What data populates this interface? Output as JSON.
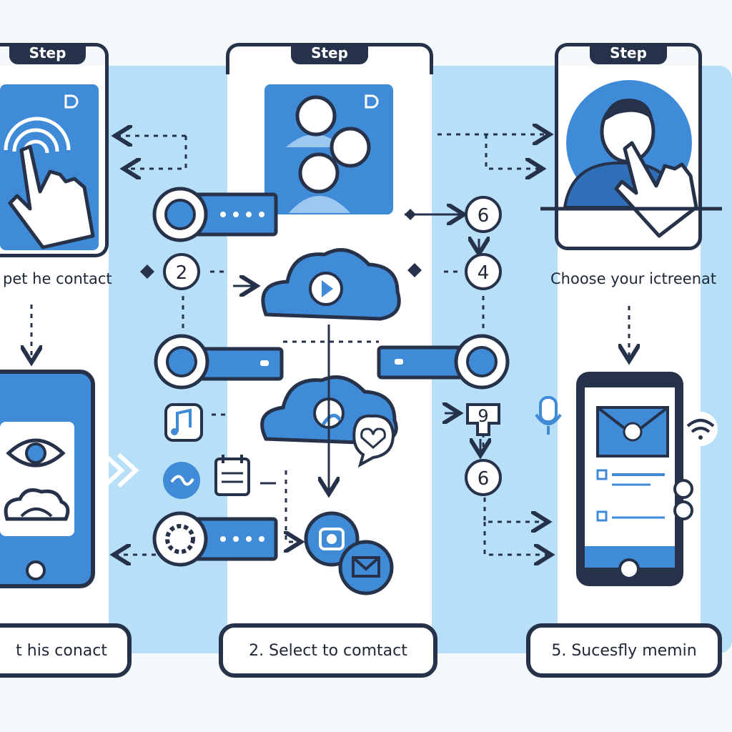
{
  "colors": {
    "band": "#b7e0f8",
    "accent": "#3f8bd7",
    "dark": "#26324a",
    "panel": "#ffffff"
  },
  "steps": [
    {
      "tab_label": "Step",
      "caption": "pet he contact",
      "button": "t his conact"
    },
    {
      "tab_label": "Step",
      "caption": "",
      "button": "2. Select to comtact"
    },
    {
      "tab_label": "Step",
      "caption": "Choose your ictreenat",
      "button": "5. Sucesfly memin"
    }
  ],
  "flow_nodes": [
    "2",
    "6",
    "4",
    "9",
    "6"
  ],
  "icons": [
    "tap-gesture-icon",
    "group-contacts-icon",
    "person-tap-icon",
    "eye-icon",
    "cloud-icon",
    "cloud-play-icon",
    "cloud-sync-icon",
    "heart-chat-icon",
    "camera-icon",
    "mail-icon",
    "music-note-icon",
    "calendar-icon",
    "microphone-icon",
    "wifi-icon",
    "smartphone-icon"
  ]
}
